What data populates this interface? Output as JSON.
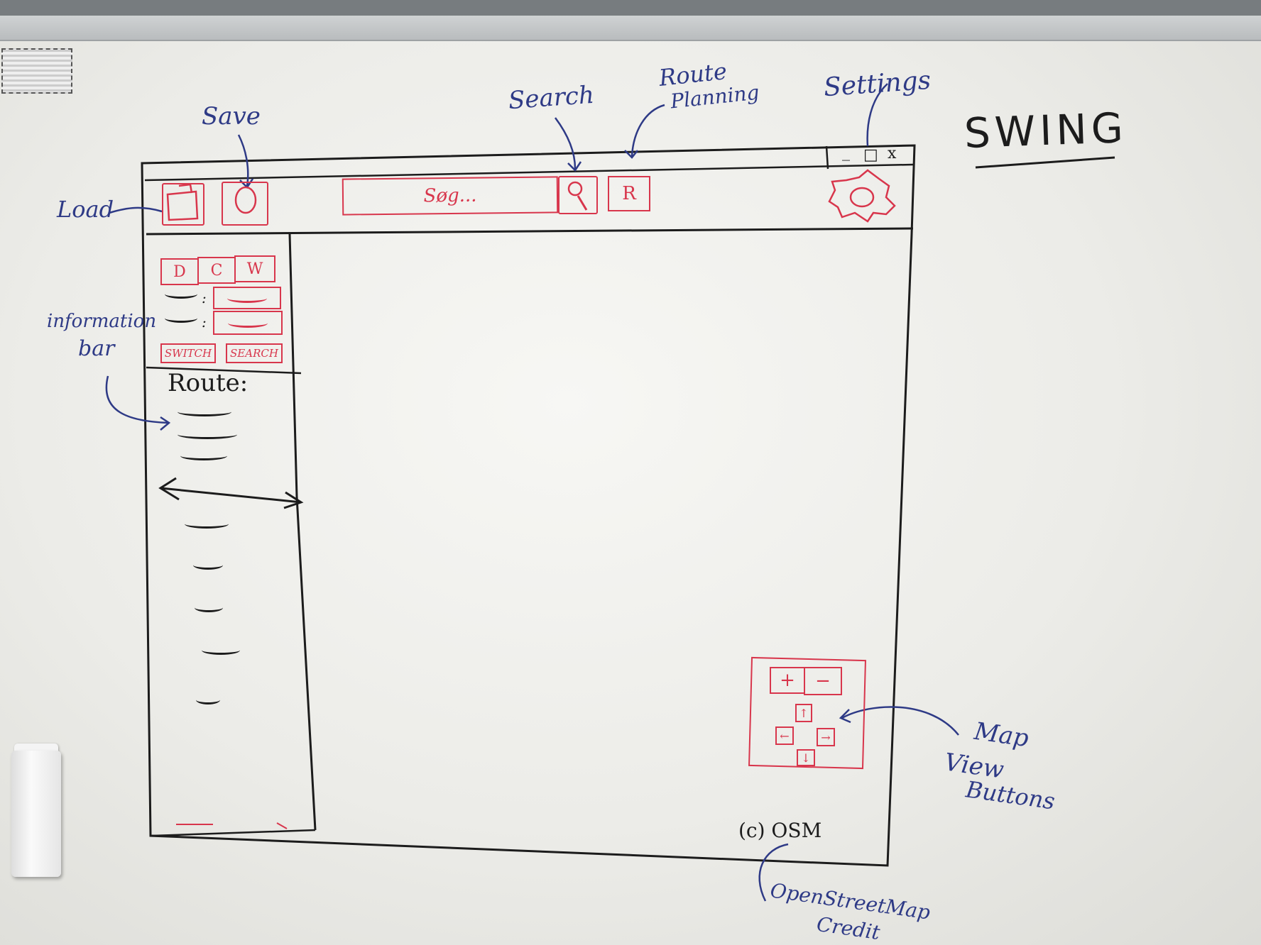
{
  "title": "SWING",
  "callouts": {
    "save": "Save",
    "load": "Load",
    "search": "Search",
    "route_planning_line1": "Route",
    "route_planning_line2": "Planning",
    "settings": "Settings",
    "information_bar_line1": "information",
    "information_bar_line2": "bar",
    "map_view_line1": "Map",
    "map_view_line2": "View",
    "map_view_line3": "Buttons",
    "osm_line1": "OpenStreetMap",
    "osm_line2": "Credit"
  },
  "window": {
    "controls": {
      "minimize": "_",
      "maximize": "□",
      "close": "x"
    },
    "toolbar": {
      "search_placeholder": "Søg...",
      "route_button": "R"
    },
    "sidebar": {
      "mode_tabs": [
        "D",
        "C",
        "W"
      ],
      "switch_button": "SWITCH",
      "search_button": "SEARCH",
      "route_heading": "Route:"
    },
    "map": {
      "zoom_in": "+",
      "zoom_out": "−",
      "pan_up": "↑",
      "pan_left": "←",
      "pan_right": "→",
      "pan_down": "↓",
      "credit": "(c) OSM"
    }
  },
  "colors": {
    "blue_marker": "#2e3a86",
    "red_marker": "#d8364c",
    "black_marker": "#1c1c1c"
  }
}
